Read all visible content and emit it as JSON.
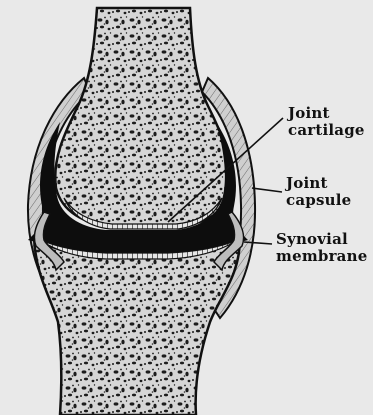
{
  "labels": {
    "joint_cartilage": [
      "Joint",
      "cartilage"
    ],
    "joint_capsule": [
      "Joint",
      "capsule"
    ],
    "synovial_membrane": [
      "Synovial",
      "membrane"
    ]
  },
  "colors": {
    "background": "#e9e9e9",
    "ink": "#111111",
    "bone_fill": "#dcdcdc",
    "joint_cavity": "#0d0d0d"
  }
}
